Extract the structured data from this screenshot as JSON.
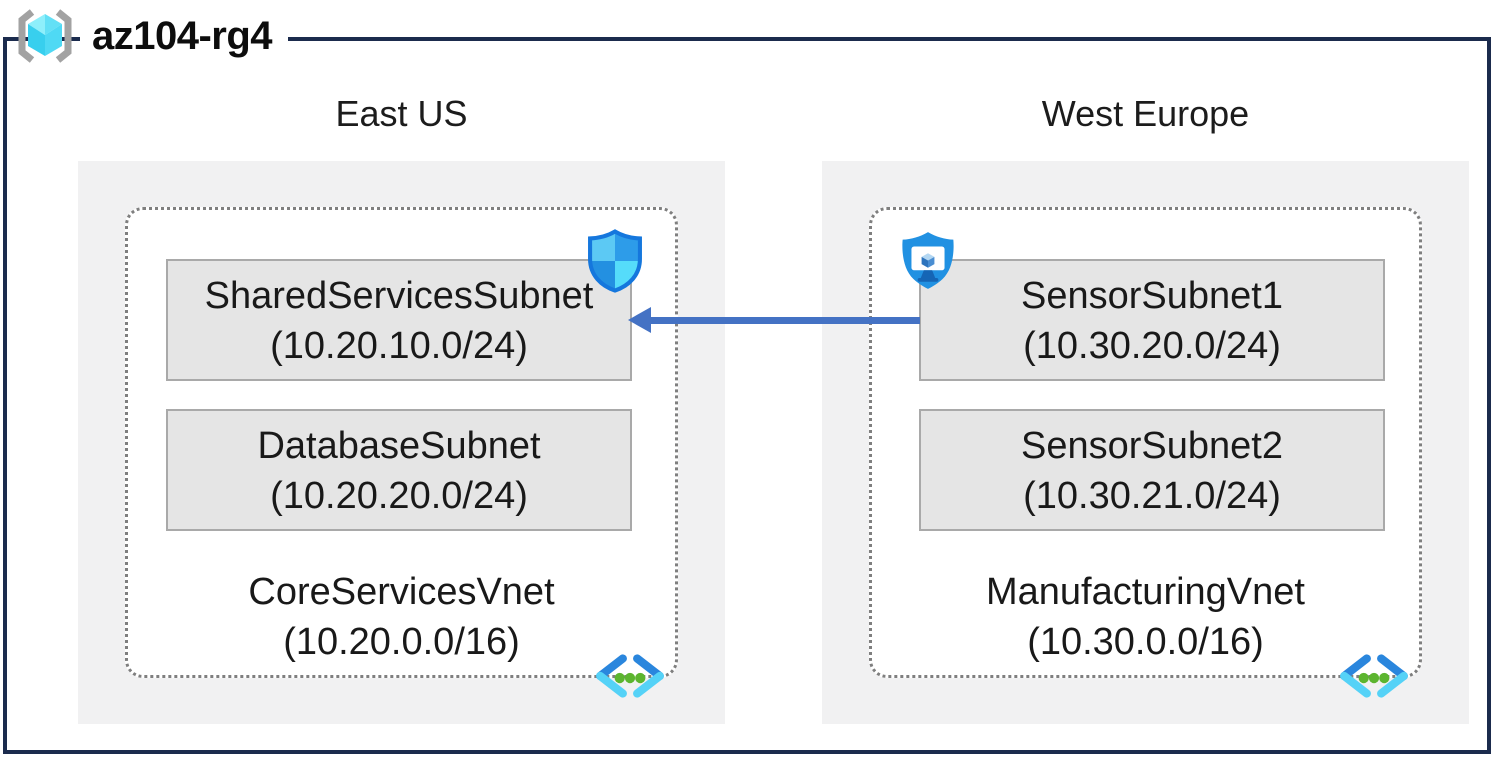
{
  "resource_group": {
    "name": "az104-rg4"
  },
  "regions": [
    {
      "name": "East US",
      "vnet": {
        "name": "CoreServicesVnet",
        "cidr": "(10.20.0.0/16)"
      },
      "subnets": [
        {
          "name": "SharedServicesSubnet",
          "cidr": "(10.20.10.0/24)"
        },
        {
          "name": "DatabaseSubnet",
          "cidr": "(10.20.20.0/24)"
        }
      ]
    },
    {
      "name": "West Europe",
      "vnet": {
        "name": "ManufacturingVnet",
        "cidr": "(10.30.0.0/16)"
      },
      "subnets": [
        {
          "name": "SensorSubnet1",
          "cidr": "(10.30.20.0/24)"
        },
        {
          "name": "SensorSubnet2",
          "cidr": "(10.30.21.0/24)"
        }
      ]
    }
  ],
  "connection": {
    "from": "SensorSubnet1",
    "to": "SharedServicesSubnet",
    "direction": "right-to-left"
  },
  "icons": {
    "resource_group": "resource-group-icon",
    "shield": "security-shield-icon",
    "shield_monitor": "shield-monitor-icon",
    "vnet": "virtual-network-icon"
  },
  "colors": {
    "outer_border": "#1b2b4d",
    "region_bg": "#f1f1f2",
    "subnet_bg": "#e5e5e5",
    "subnet_border": "#a9a9a9",
    "dotted_border": "#7f7f7f",
    "arrow": "#4472c4"
  }
}
